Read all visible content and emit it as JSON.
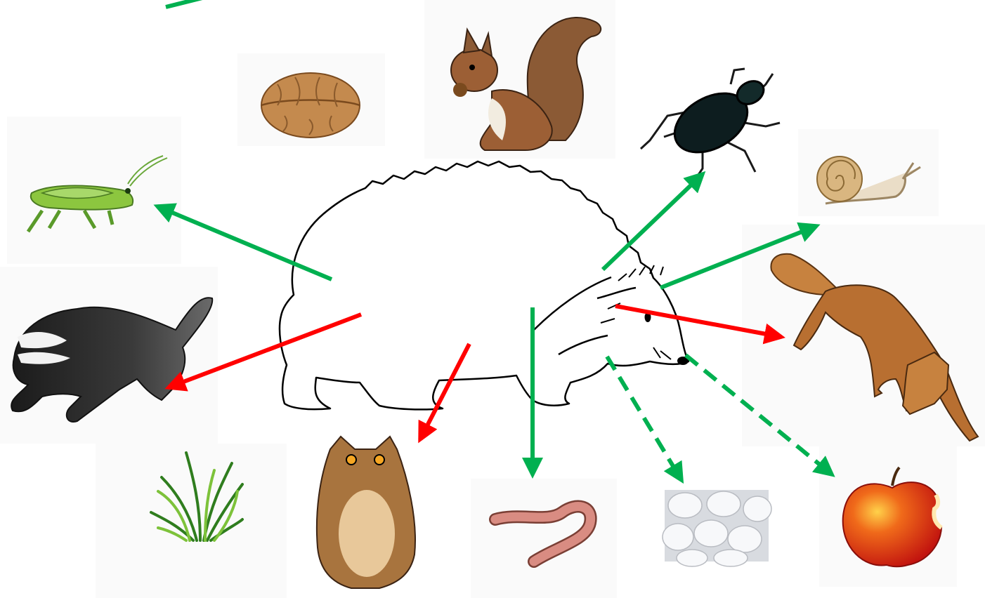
{
  "diagram": {
    "center": "hedgehog",
    "organisms": [
      "walnut",
      "squirrel",
      "water-beetle",
      "grasshopper",
      "snail",
      "badger",
      "fox",
      "grass",
      "owl",
      "earthworm",
      "eggs",
      "apple"
    ],
    "relations": [
      {
        "from": "hedgehog",
        "to": "grasshopper",
        "style": "solid",
        "color": "#00b050"
      },
      {
        "from": "hedgehog",
        "to": "water-beetle",
        "style": "solid",
        "color": "#00b050"
      },
      {
        "from": "hedgehog",
        "to": "snail",
        "style": "solid",
        "color": "#00b050"
      },
      {
        "from": "hedgehog",
        "to": "earthworm",
        "style": "solid",
        "color": "#00b050"
      },
      {
        "from": "hedgehog",
        "to": "eggs",
        "style": "dashed",
        "color": "#00b050"
      },
      {
        "from": "hedgehog",
        "to": "apple",
        "style": "dashed",
        "color": "#00b050"
      },
      {
        "from": "hedgehog",
        "to": "badger",
        "style": "solid",
        "color": "#ff0000"
      },
      {
        "from": "hedgehog",
        "to": "owl",
        "style": "solid",
        "color": "#ff0000"
      },
      {
        "from": "hedgehog",
        "to": "fox",
        "style": "solid",
        "color": "#ff0000"
      }
    ]
  }
}
